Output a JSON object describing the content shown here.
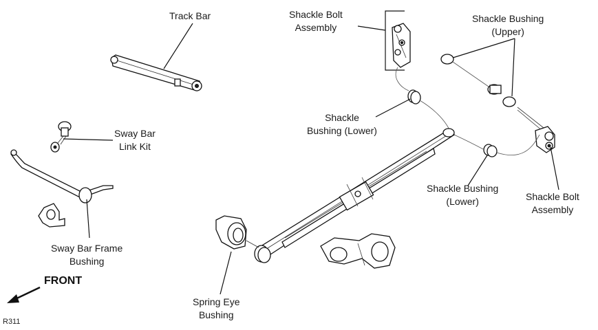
{
  "labels": {
    "track_bar": "Track Bar",
    "shackle_bolt_assembly_top": [
      "Shackle Bolt",
      "Assembly"
    ],
    "shackle_bushing_upper": [
      "Shackle Bushing",
      "(Upper)"
    ],
    "sway_bar_link_kit": [
      "Sway Bar",
      "Link Kit"
    ],
    "shackle_bushing_lower_left": [
      "Shackle",
      "Bushing (Lower)"
    ],
    "shackle_bushing_lower_right": [
      "Shackle Bushing",
      "(Lower)"
    ],
    "shackle_bolt_assembly_right": [
      "Shackle Bolt",
      "Assembly"
    ],
    "sway_bar_frame_bushing": [
      "Sway Bar Frame",
      "Bushing"
    ],
    "spring_eye_bushing": [
      "Spring Eye",
      "Bushing"
    ],
    "front": "FRONT",
    "figure_code": "R311"
  }
}
